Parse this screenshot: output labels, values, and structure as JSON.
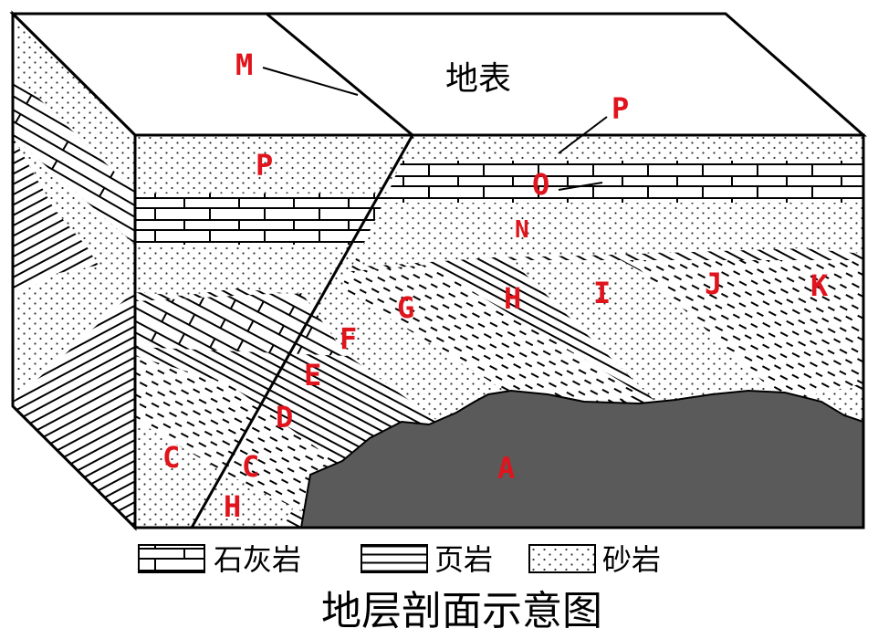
{
  "labels": {
    "M": "M",
    "P_top": "P",
    "P_right": "P",
    "O": "O",
    "N": "N",
    "A": "A",
    "C_left": "C",
    "C_mid": "C",
    "D": "D",
    "E": "E",
    "F": "F",
    "G": "G",
    "H_top": "H",
    "H_bottom": "H",
    "I": "I",
    "J": "J",
    "K": "K"
  },
  "surface_label": "地表",
  "legend": [
    {
      "symbol": "limestone",
      "label": "石灰岩"
    },
    {
      "symbol": "shale",
      "label": "页岩"
    },
    {
      "symbol": "sandstone",
      "label": "砂岩"
    }
  ],
  "caption": "地层剖面示意图",
  "colors": {
    "label": "#e0141c",
    "intrusion": "#5a5a5a",
    "line": "#000000"
  }
}
